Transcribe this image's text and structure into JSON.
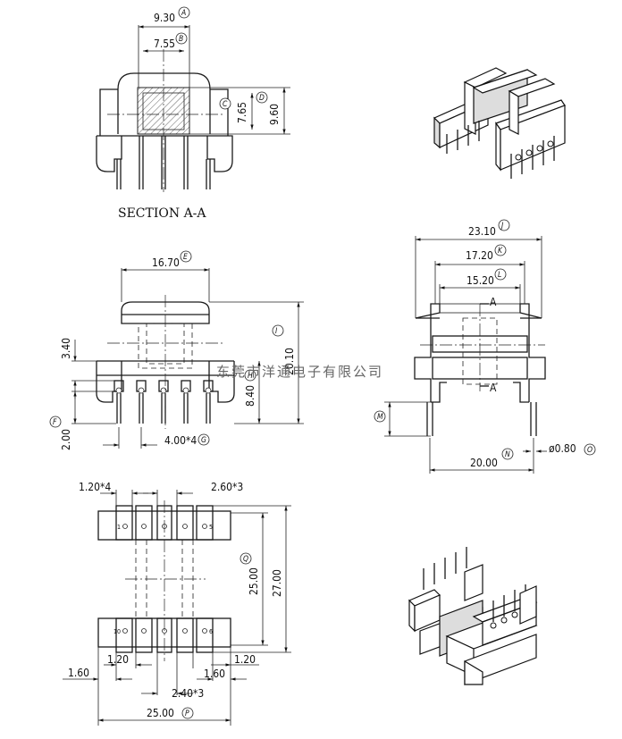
{
  "section_view": {
    "title": "SECTION A-A",
    "dims": [
      {
        "value": "9.30",
        "ref": "A"
      },
      {
        "value": "7.55",
        "ref": "B"
      },
      {
        "value": "7.65",
        "ref": "C"
      },
      {
        "value": "9.60",
        "ref": "D"
      }
    ]
  },
  "front_view": {
    "dims": [
      {
        "value": "16.70",
        "ref": "E"
      },
      {
        "value": "20.10",
        "ref": "I"
      },
      {
        "value": "8.40",
        "ref": "H"
      },
      {
        "value": "3.40",
        "ref": ""
      },
      {
        "value": "2.00",
        "ref": "F"
      },
      {
        "value": "4.00*4",
        "ref": "G"
      }
    ]
  },
  "side_view": {
    "section_marker": "A",
    "dims": [
      {
        "value": "23.10",
        "ref": "J"
      },
      {
        "value": "17.20",
        "ref": "K"
      },
      {
        "value": "15.20",
        "ref": "L"
      },
      {
        "value": "20.00",
        "ref": "N"
      },
      {
        "value": "ø0.80",
        "ref": "O"
      },
      {
        "value": "",
        "ref": "M"
      }
    ]
  },
  "bottom_view": {
    "pin_numbers": [
      "1",
      "5",
      "10",
      "6"
    ],
    "dims": [
      {
        "value": "1.20*4",
        "ref": ""
      },
      {
        "value": "2.60*3",
        "ref": ""
      },
      {
        "value": "25.00",
        "ref": "Q"
      },
      {
        "value": "27.00",
        "ref": ""
      },
      {
        "value": "1.20",
        "ref": ""
      },
      {
        "value": "1.60",
        "ref": ""
      },
      {
        "value": "2.40*3",
        "ref": ""
      },
      {
        "value": "1.60",
        "ref": ""
      },
      {
        "value": "1.20",
        "ref": ""
      },
      {
        "value": "25.00",
        "ref": "P"
      }
    ]
  },
  "watermark": "东莞市洋通电子有限公司",
  "icons": [
    "isometric-top-icon",
    "isometric-bottom-icon"
  ]
}
